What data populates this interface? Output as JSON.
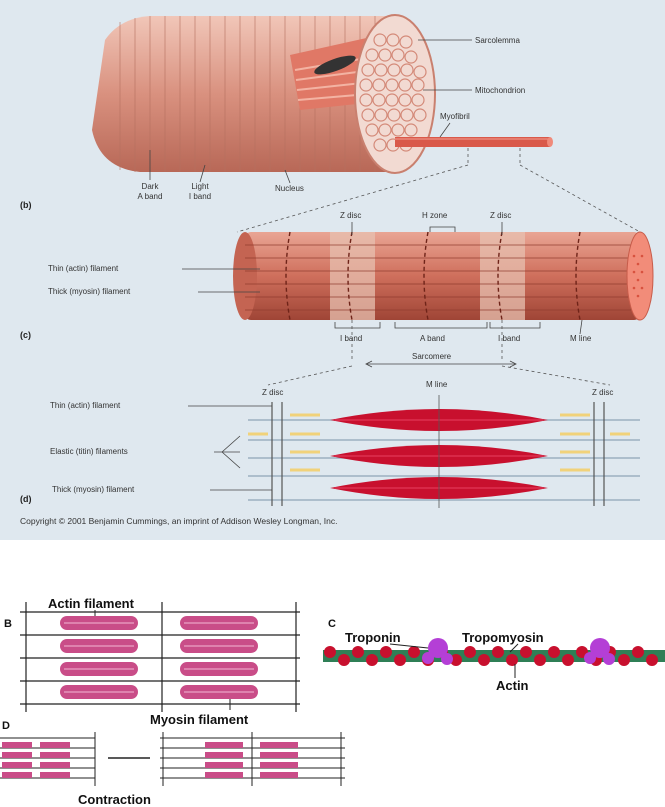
{
  "top": {
    "labels": {
      "sarcolemma": "Sarcolemma",
      "mitochondrion": "Mitochondrion",
      "myofibril": "Myofibril",
      "dark_a_band": "Dark\nA band",
      "light_i_band": "Light\nI band",
      "nucleus": "Nucleus",
      "panel_b": "(b)",
      "z_disc_left": "Z disc",
      "h_zone": "H zone",
      "z_disc_right": "Z disc",
      "thin_filament": "Thin (actin) filament",
      "thick_filament": "Thick (myosin) filament",
      "panel_c": "(c)",
      "i_band_left": "I band",
      "a_band": "A band",
      "i_band_right": "I band",
      "m_line": "M line",
      "sarcomere": "Sarcomere",
      "m_line_d": "M line",
      "z_disc_d_left": "Z disc",
      "z_disc_d_right": "Z disc",
      "thin_filament_d": "Thin (actin) filament",
      "elastic_filaments": "Elastic (titin) filaments",
      "thick_filament_d": "Thick (myosin) filament",
      "panel_d": "(d)"
    },
    "copyright": "Copyright © 2001 Benjamin Cummings, an imprint of Addison Wesley Longman, Inc."
  },
  "bottom": {
    "actin_filament": "Actin filament",
    "myosin_filament": "Myosin filament",
    "troponin": "Troponin",
    "tropomyosin": "Tropomyosin",
    "actin": "Actin",
    "contraction": "Contraction",
    "letter_b": "B",
    "letter_c": "C",
    "letter_d": "D"
  }
}
